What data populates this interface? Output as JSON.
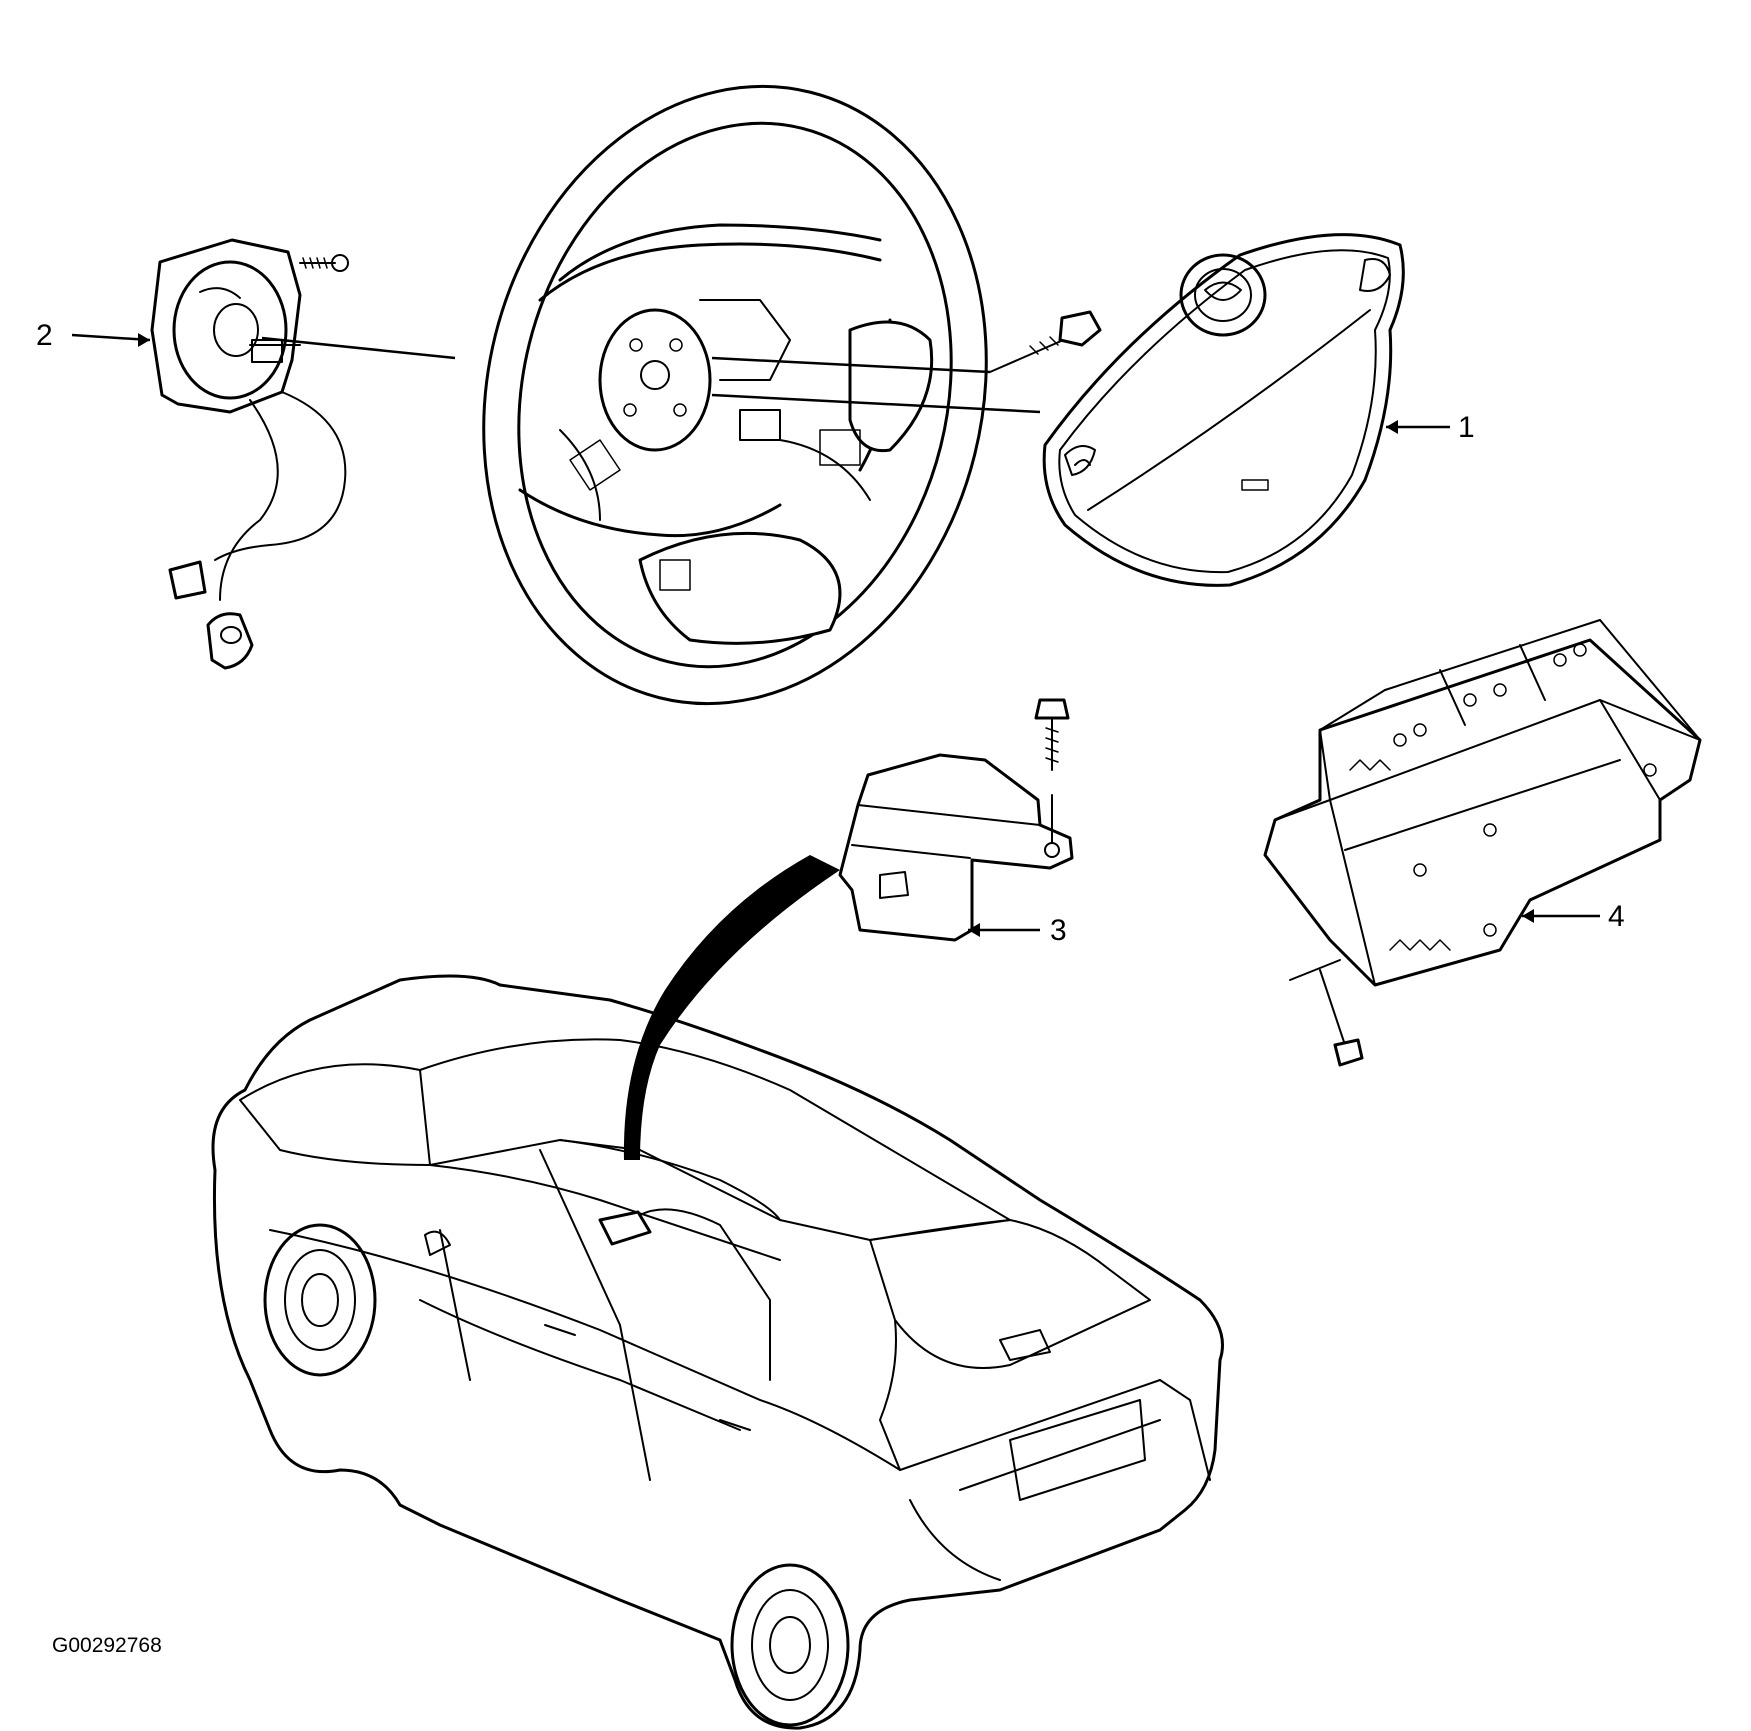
{
  "callouts": {
    "c1": "1",
    "c2": "2",
    "c3": "3",
    "c4": "4"
  },
  "figure_id": "G00292768",
  "parts": {
    "p1": "air-bag-module-icon",
    "p2": "clock-spring-icon",
    "p3": "sdm-control-unit-icon",
    "p4": "passenger-air-bag-icon",
    "wheel": "steering-wheel-icon",
    "vehicle": "sedan-vehicle-icon"
  }
}
